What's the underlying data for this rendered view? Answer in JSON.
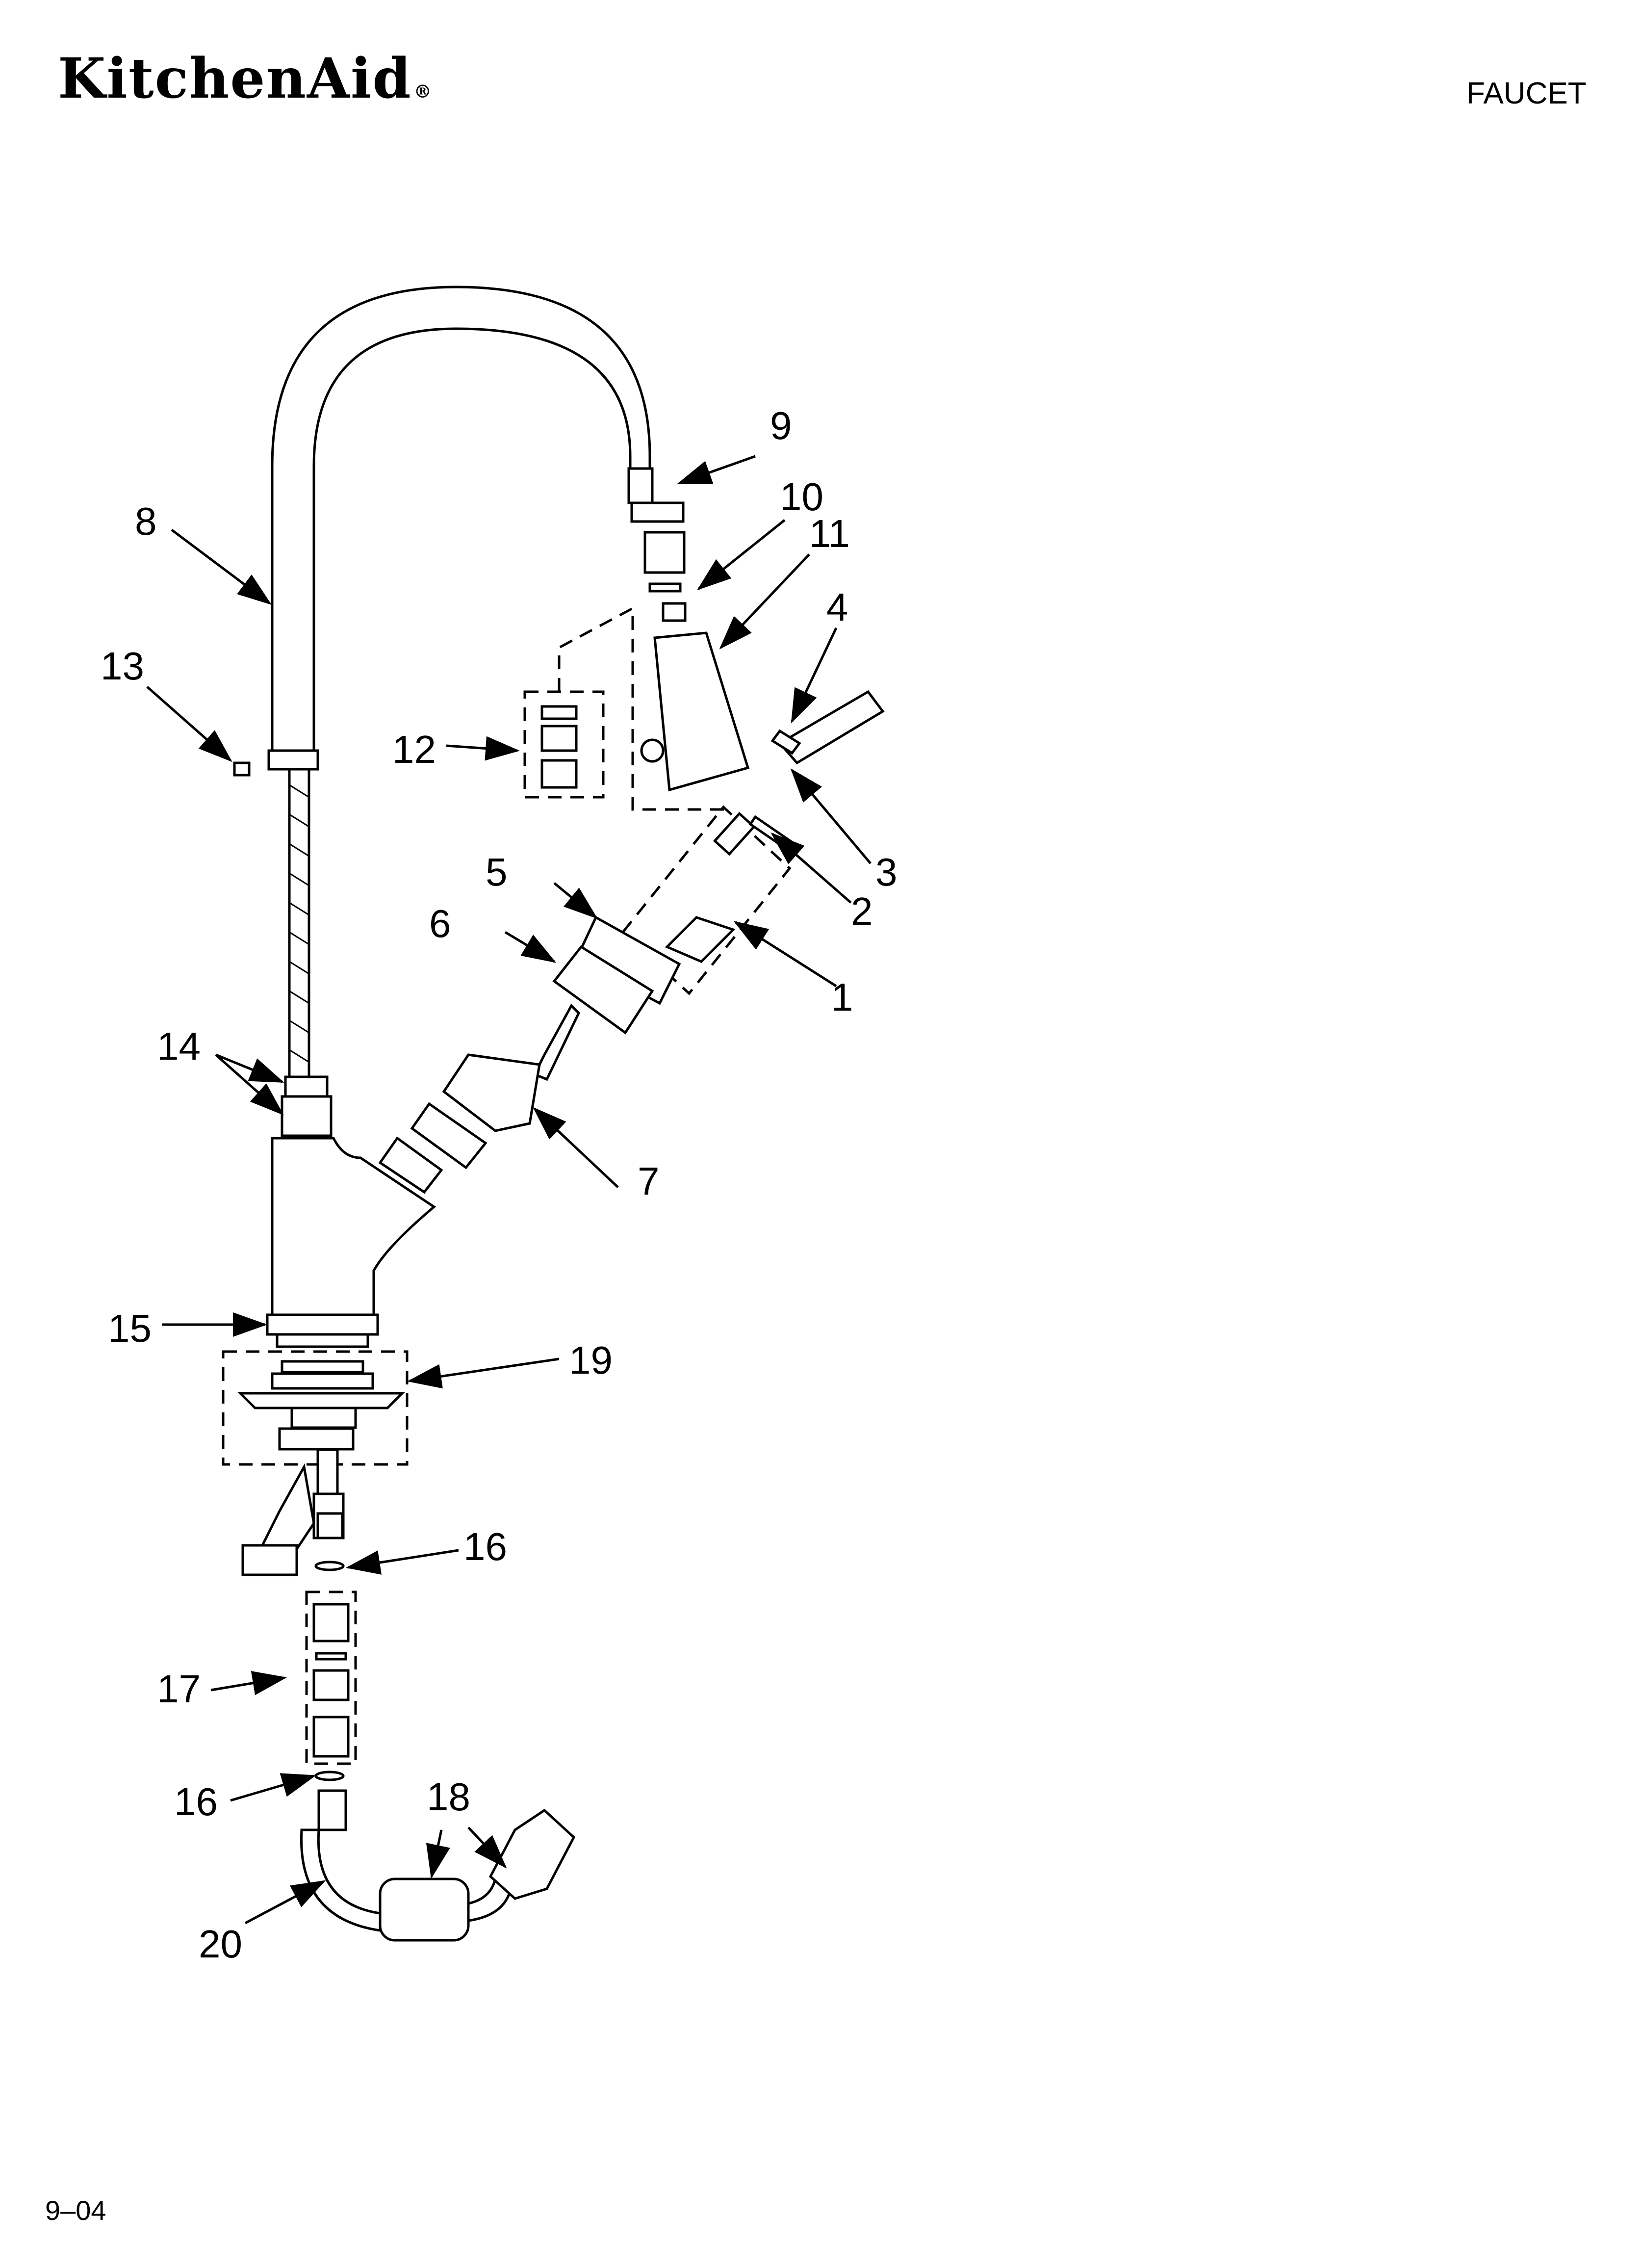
{
  "header": {
    "brand": "KitchenAid",
    "brand_mark": "®",
    "section_title": "FAUCET"
  },
  "footer": {
    "date_code": "9–04"
  },
  "callouts": [
    "1",
    "2",
    "3",
    "4",
    "5",
    "6",
    "7",
    "8",
    "9",
    "10",
    "11",
    "12",
    "13",
    "14",
    "15",
    "16",
    "16",
    "17",
    "18",
    "19",
    "20"
  ]
}
